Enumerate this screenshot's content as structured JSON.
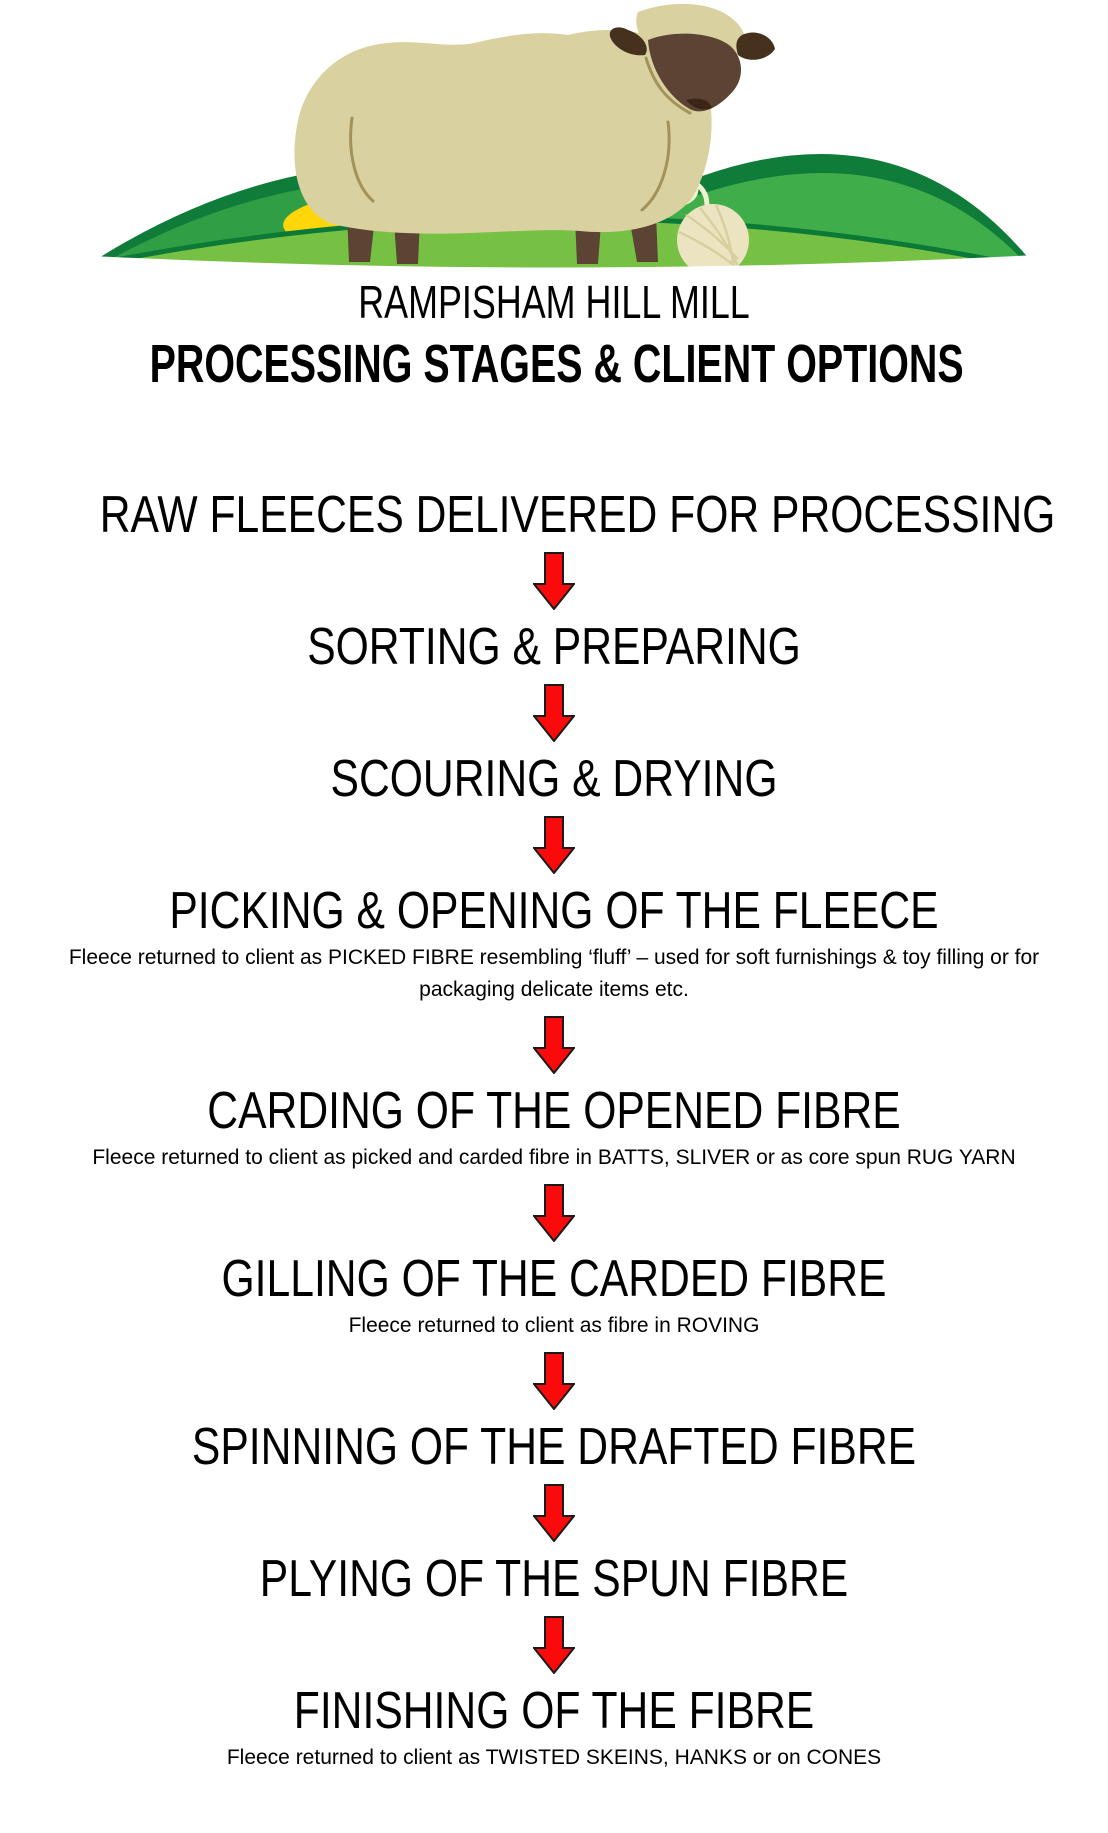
{
  "header": {
    "title": "RAMPISHAM HILL MILL",
    "subtitle": "PROCESSING STAGES & CLIENT OPTIONS"
  },
  "logo": {
    "name": "sheep-on-green-hills-with-ball-of-yarn",
    "colors": {
      "sheep_body": "#d9d2a0",
      "sheep_face": "#5c4334",
      "sheep_dark": "#46311f",
      "sheep_nose": "#3a2517",
      "hill_dark": "#0f7c39",
      "hill_mid": "#3fae4a",
      "hill_mid2": "#2f9e44",
      "hill_light": "#76c043",
      "meadow_yellow": "#ffd60a",
      "yarn_ball": "#ece4c0",
      "yarn_strand": "#eef4d0",
      "yarn_texture": "#d8cf9f"
    }
  },
  "flow": {
    "arrow_color": "#fa0a0a",
    "arrow_outline": "#1a1a1a",
    "stages": [
      {
        "label": "RAW FLEECES DELIVERED FOR PROCESSING"
      },
      {
        "label": "SORTING & PREPARING"
      },
      {
        "label": "SCOURING & DRYING"
      },
      {
        "label": "PICKING & OPENING OF THE FLEECE",
        "note": "Fleece returned to client as PICKED FIBRE resembling ‘fluff’ – used for soft furnishings & toy filling or for packaging delicate items etc."
      },
      {
        "label": "CARDING OF THE OPENED FIBRE",
        "note": "Fleece returned to client as picked and carded fibre in BATTS, SLIVER or as core spun RUG YARN"
      },
      {
        "label": "GILLING OF THE CARDED FIBRE",
        "note": "Fleece returned to client as fibre in ROVING"
      },
      {
        "label": "SPINNING OF THE DRAFTED FIBRE"
      },
      {
        "label": "PLYING OF THE SPUN FIBRE"
      },
      {
        "label": "FINISHING OF THE FIBRE",
        "note": "Fleece returned to client as TWISTED SKEINS, HANKS or on CONES"
      }
    ]
  }
}
